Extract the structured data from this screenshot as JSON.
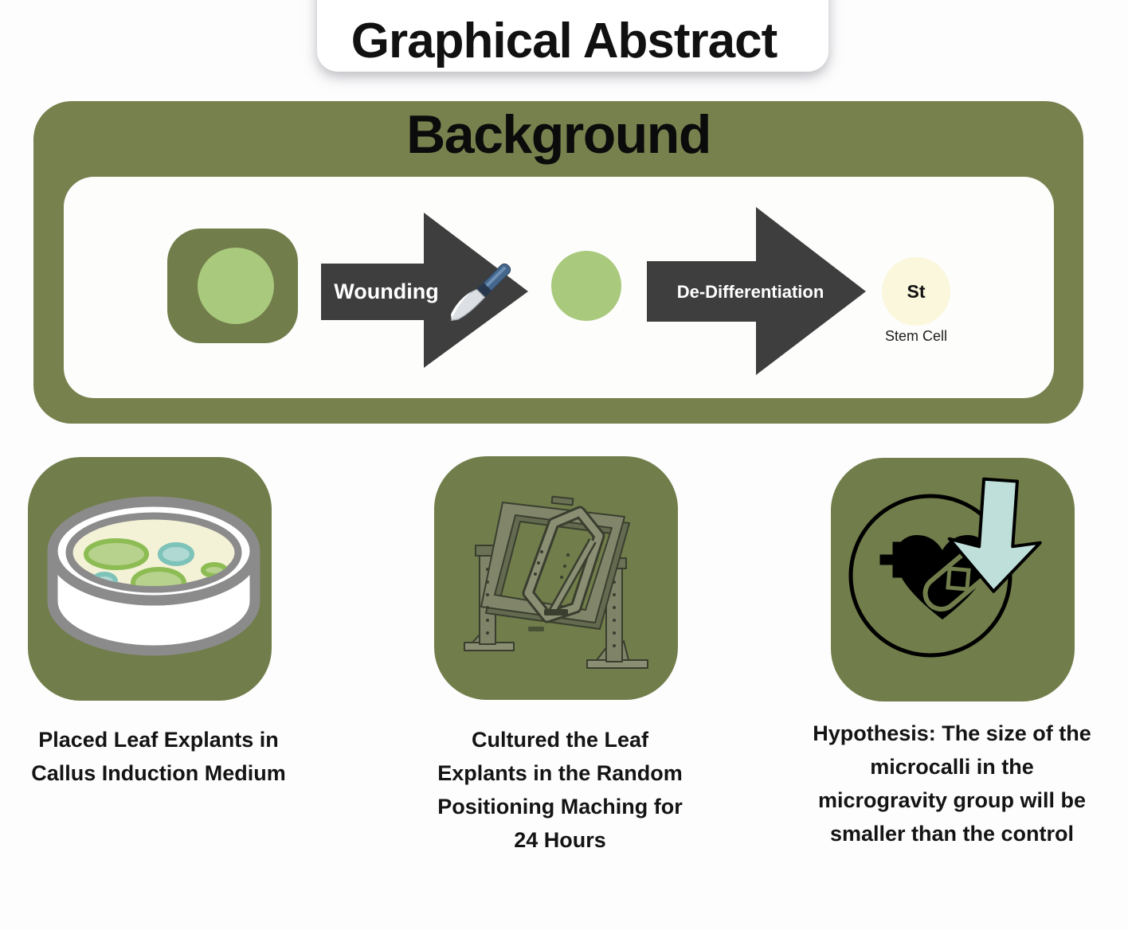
{
  "page": {
    "title": "Graphical Abstract"
  },
  "background_panel": {
    "title": "Background",
    "wounding_label": "Wounding",
    "dedifferentiation_label": "De-Differentiation",
    "stem_cell_abbr": "St",
    "stem_cell_caption": "Stem Cell"
  },
  "steps": [
    {
      "icon": "petri-dish-icon",
      "caption": "Placed Leaf Explants in Callus Induction Medium"
    },
    {
      "icon": "random-positioning-machine-icon",
      "caption": "Cultured the Leaf Explants in the Random Positioning Maching for 24 Hours"
    },
    {
      "icon": "hypothesis-heart-down-arrow-icon",
      "caption": "Hypothesis: The size of the microcalli in the microgravity group will be smaller than the control"
    }
  ],
  "colors": {
    "olive_panel": "#77814E",
    "olive_square": "#717D4A",
    "light_green": "#A9C97D",
    "dark_arrow": "#3E3E3E",
    "pale_yellow": "#FAF7DC",
    "teal_arrow": "#BFE0DA",
    "dish_gray": "#8B8B8B",
    "medium_cream": "#F3F1D6"
  }
}
